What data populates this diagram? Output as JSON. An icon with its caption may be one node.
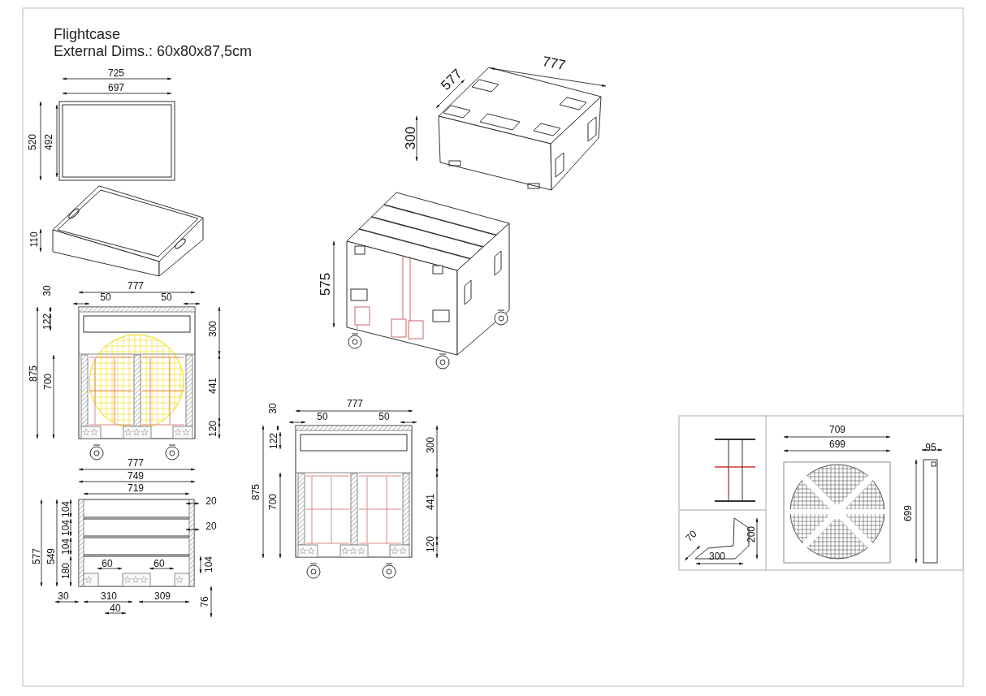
{
  "diagram": {
    "title": "Flightcase",
    "labels": [
      "External Dims.: 60x80x87,5cm",
      "725",
      "697",
      "577",
      "777",
      "520",
      "492",
      "300",
      "110",
      "575",
      "30",
      "777",
      "50",
      "50",
      "122",
      "300",
      "875",
      "700",
      "441",
      "120",
      "777",
      "749",
      "719",
      "20",
      "20",
      "104",
      "104",
      "104",
      "577",
      "549",
      "180",
      "60",
      "60",
      "104",
      "30",
      "310",
      "309",
      "40",
      "76",
      "30",
      "777",
      "50",
      "50",
      "122",
      "300",
      "875",
      "700",
      "441",
      "120",
      "709",
      "699",
      "95",
      "699",
      "70",
      "200",
      "300"
    ]
  }
}
